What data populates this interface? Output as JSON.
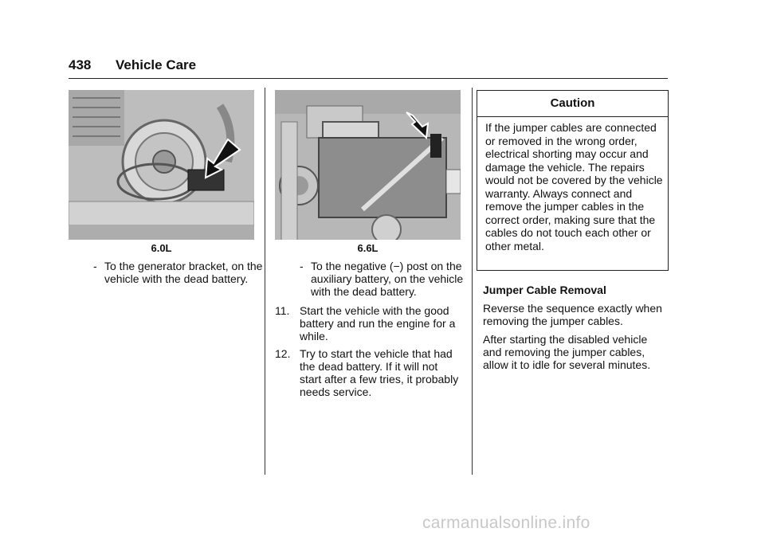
{
  "header": {
    "page_number": "438",
    "section_title": "Vehicle Care"
  },
  "col1": {
    "figure_caption": "6.0L",
    "item_dash": "-",
    "item_text": "To the generator bracket, on the vehicle with the dead battery."
  },
  "col2": {
    "figure_caption": "6.6L",
    "item_dash": "-",
    "item_text": "To the negative (−) post on the auxiliary battery, on the vehicle with the dead battery.",
    "steps": [
      {
        "num": "11.",
        "text": "Start the vehicle with the good battery and run the engine for a while."
      },
      {
        "num": "12.",
        "text": "Try to start the vehicle that had the dead battery. If it will not start after a few tries, it probably needs service."
      }
    ]
  },
  "caution": {
    "title": "Caution",
    "body": "If the jumper cables are connected or removed in the wrong order, electrical shorting may occur and damage the vehicle. The repairs would not be covered by the vehicle warranty. Always connect and remove the jumper cables in the correct order, making sure that the cables do not touch each other or other metal."
  },
  "removal": {
    "heading": "Jumper Cable Removal",
    "para1": "Reverse the sequence exactly when removing the jumper cables.",
    "para2": "After starting the disabled vehicle and removing the jumper cables, allow it to idle for several minutes."
  },
  "watermark": "carmanualsonline.info"
}
